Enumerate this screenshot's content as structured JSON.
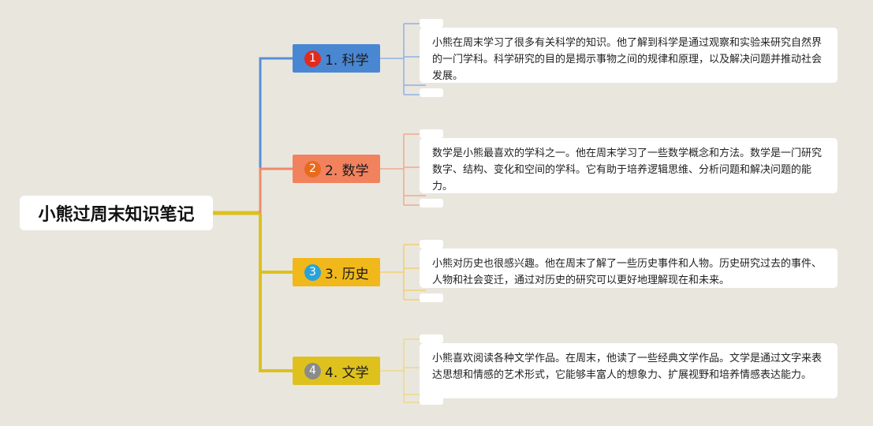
{
  "mindmap": {
    "root": {
      "label": "小熊过周末知识笔记"
    },
    "branches": [
      {
        "number": "1",
        "label": "1. 科学",
        "color": "#4a87d3",
        "line_color": "#5b8fd6",
        "badge_color": "#e02b1f",
        "detail": "小熊在周末学习了很多有关科学的知识。他了解到科学是通过观察和实验来研究自然界的一门学科。科学研究的目的是揭示事物之间的规律和原理，以及解决问题并推动社会发展。"
      },
      {
        "number": "2",
        "label": "2. 数学",
        "color": "#f2825e",
        "line_color": "#ef8a6d",
        "badge_color": "#e86a1c",
        "detail": "数学是小熊最喜欢的学科之一。他在周末学习了一些数学概念和方法。数学是一门研究数字、结构、变化和空间的学科。它有助于培养逻辑思维、分析问题和解决问题的能力。"
      },
      {
        "number": "3",
        "label": "3. 历史",
        "color": "#f1b81b",
        "line_color": "#f0c24a",
        "badge_color": "#2aa3d9",
        "detail": "小熊对历史也很感兴趣。他在周末了解了一些历史事件和人物。历史研究过去的事件、人物和社会变迁，通过对历史的研究可以更好地理解现在和未来。"
      },
      {
        "number": "4",
        "label": "4. 文学",
        "color": "#dfc11e",
        "line_color": "#e8cf6a",
        "badge_color": "#8b8b8b",
        "detail": "小熊喜欢阅读各种文学作品。在周末，他读了一些经典文学作品。文学是通过文字来表达思想和情感的艺术形式，它能够丰富人的想象力、扩展视野和培养情感表达能力。"
      }
    ],
    "trunk_color": "#dcc11e"
  }
}
